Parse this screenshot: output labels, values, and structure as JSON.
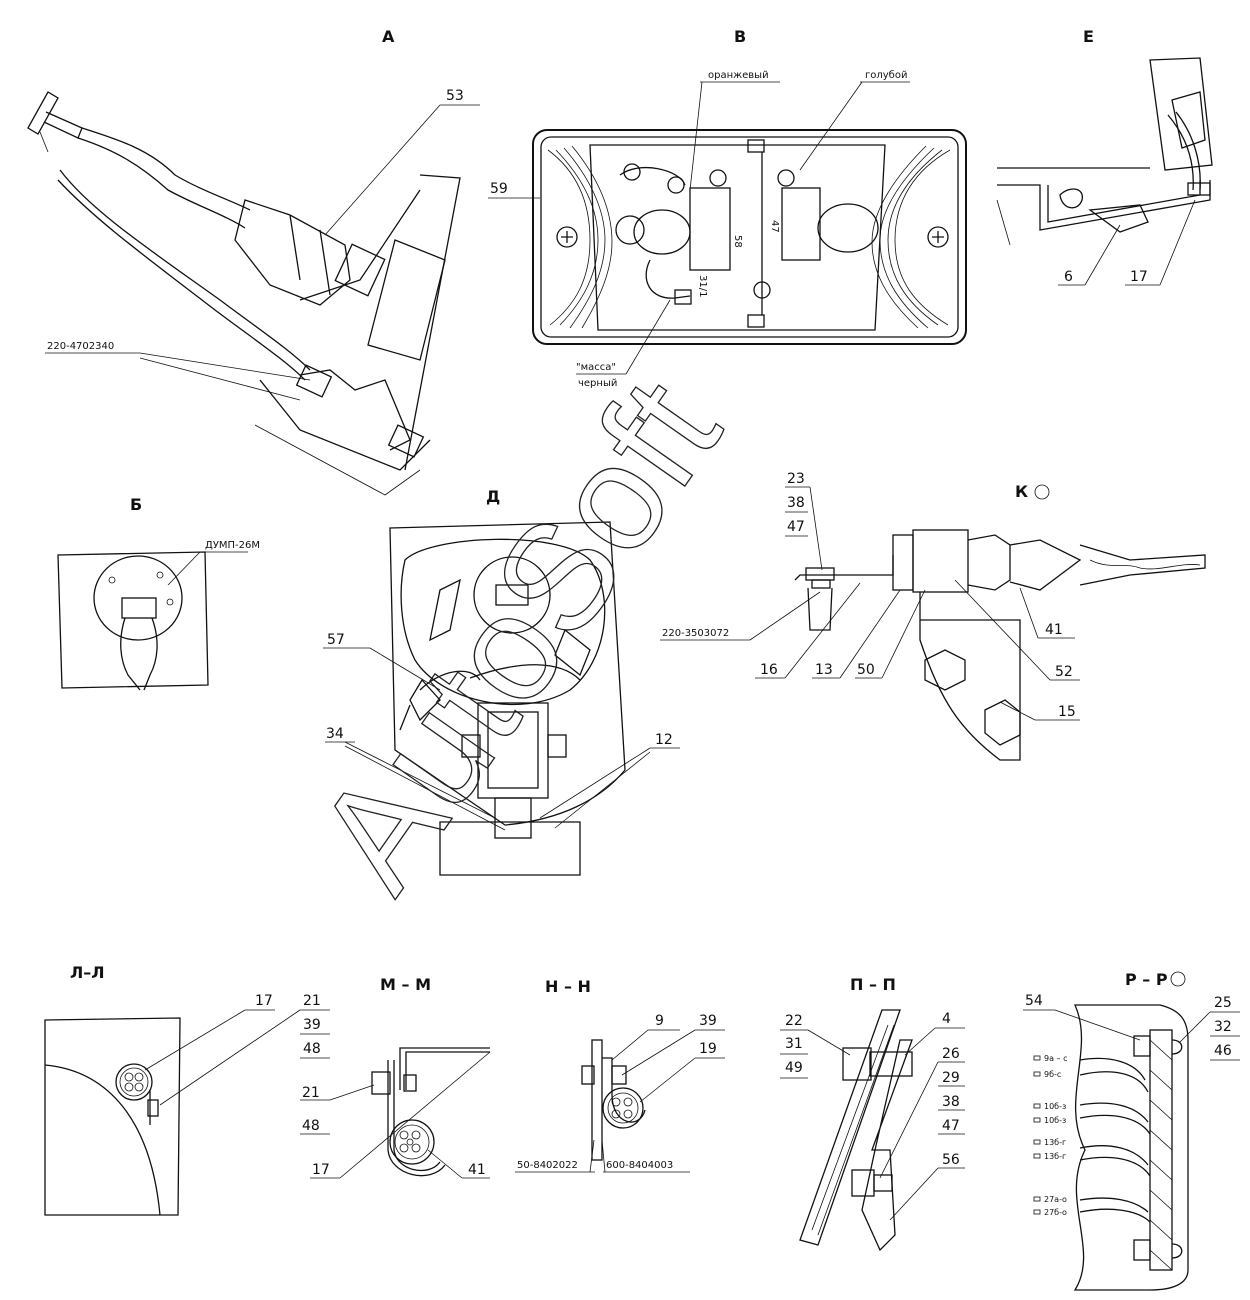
{
  "views": {
    "A": "А",
    "V": "В",
    "E": "Е",
    "B": "Б",
    "D": "Д",
    "K": "К",
    "LL": "Л–Л",
    "MM": "М – М",
    "NN": "Н – Н",
    "PP": "П – П",
    "RR": "Р – Р"
  },
  "labels": {
    "a_53": "53",
    "a_part": "220-4702340",
    "v_59": "59",
    "v_orange": "оранжевый",
    "v_blue": "голубой",
    "v_mass": "\"масса\"",
    "v_black": "черный",
    "v_58": "58",
    "v_31": "31/1",
    "v_47": "47",
    "e_6": "6",
    "e_17": "17",
    "b_dump": "ДУМП-26М",
    "d_57": "57",
    "d_34": "34",
    "d_12": "12",
    "k_23": "23",
    "k_38": "38",
    "k_47": "47",
    "k_part": "220-3503072",
    "k_16": "16",
    "k_13": "13",
    "k_50": "50",
    "k_41": "41",
    "k_52": "52",
    "k_15": "15",
    "l_17": "17",
    "l_21": "21",
    "l_39": "39",
    "l_48": "48",
    "m_21": "21",
    "m_48": "48",
    "m_17": "17",
    "m_41": "41",
    "n_9": "9",
    "n_39": "39",
    "n_19": "19",
    "n_part1": "50-8402022",
    "n_part2": "600-8404003",
    "p_22": "22",
    "p_31": "31",
    "p_49": "49",
    "p_4": "4",
    "p_26": "26",
    "p_29": "29",
    "p_38": "38",
    "p_47": "47",
    "p_56": "56",
    "r_54": "54",
    "r_25": "25",
    "r_32": "32",
    "r_46": "46",
    "r_w1": "9а – с",
    "r_w2": "9б-с",
    "r_w3": "10б-з",
    "r_w4": "10б-з",
    "r_w5": "13б-г",
    "r_w6": "13б-г",
    "r_w7": "27а-о",
    "r_w8": "27б-о"
  },
  "watermark": "AutoSoft"
}
